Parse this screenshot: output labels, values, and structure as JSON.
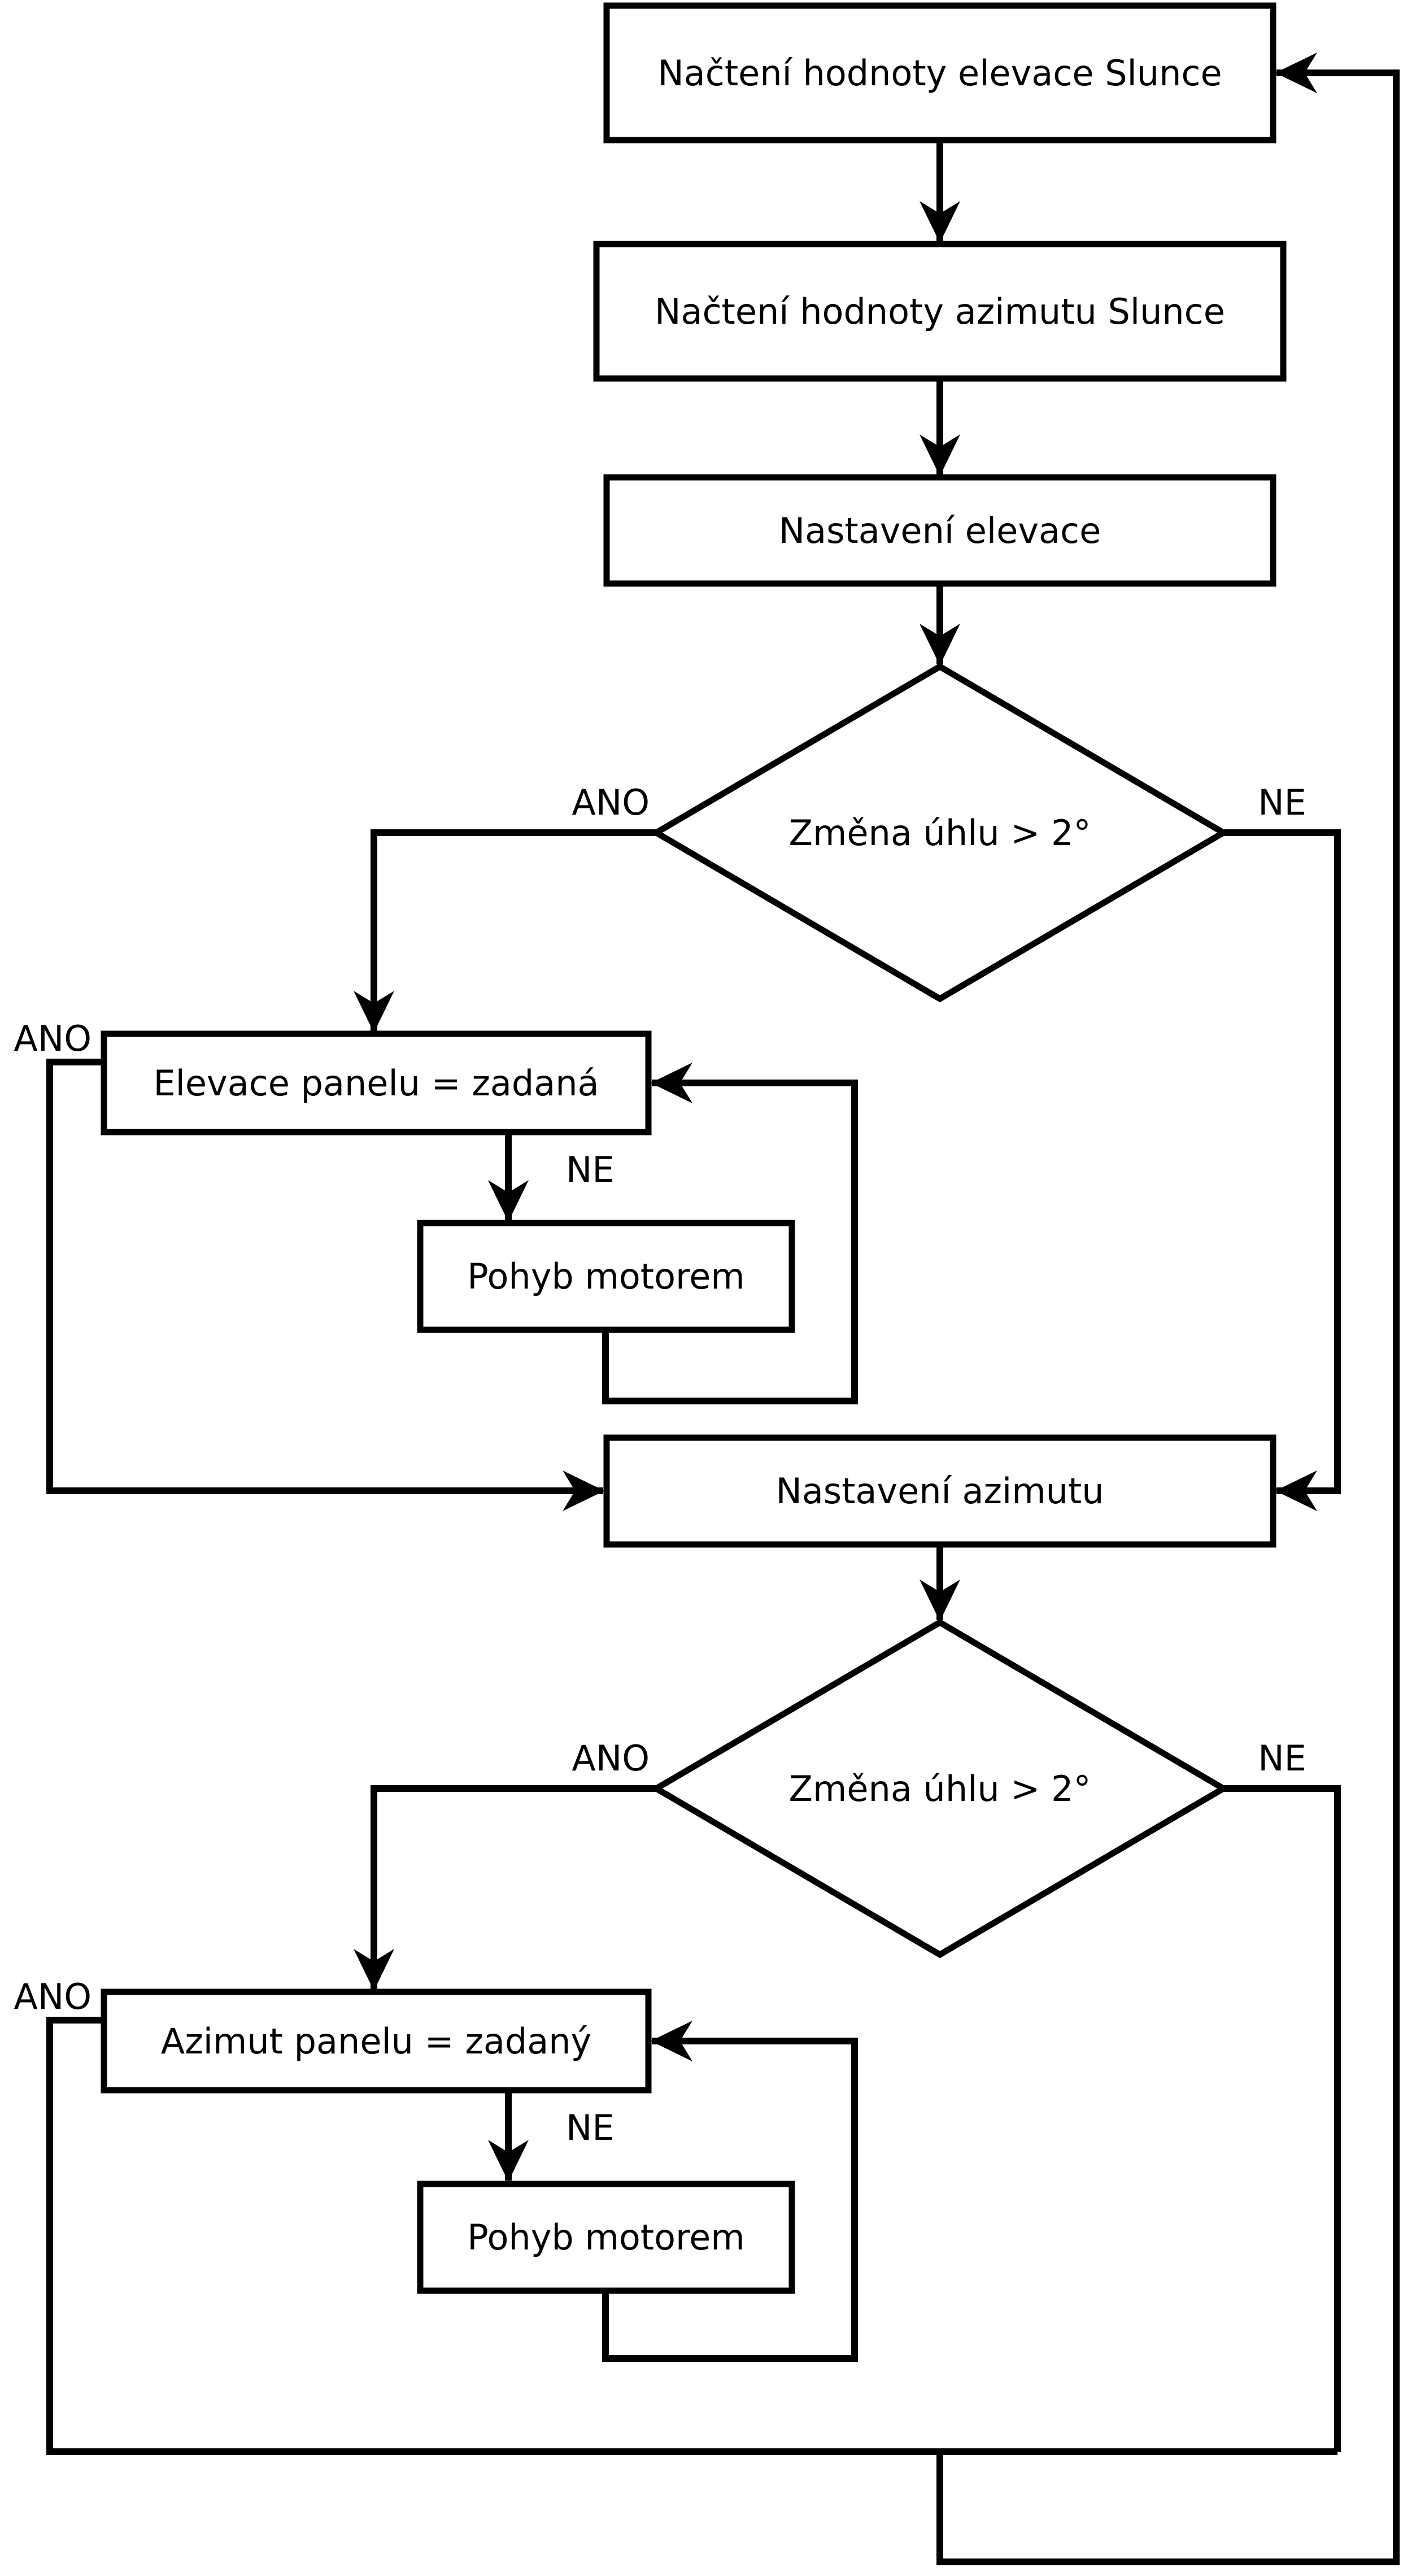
{
  "flowchart": {
    "background": "#ffffff",
    "line_color": "#000000",
    "nodes": {
      "load_elevation": "Načtení hodnoty elevace Slunce",
      "load_azimuth": "Načtení hodnoty azimutu Slunce",
      "set_elevation": "Nastavení elevace",
      "elevation_decision": "Změna úhlu > 2°",
      "elevation_reached": "Elevace panelu = zadaná",
      "elevation_motor": "Pohyb motorem",
      "set_azimuth": "Nastavení azimutu",
      "azimuth_decision": "Změna úhlu > 2°",
      "azimuth_reached": "Azimut panelu = zadaný",
      "azimuth_motor": "Pohyb motorem"
    },
    "branch_labels": {
      "yes": "ANO",
      "no": "NE"
    }
  }
}
